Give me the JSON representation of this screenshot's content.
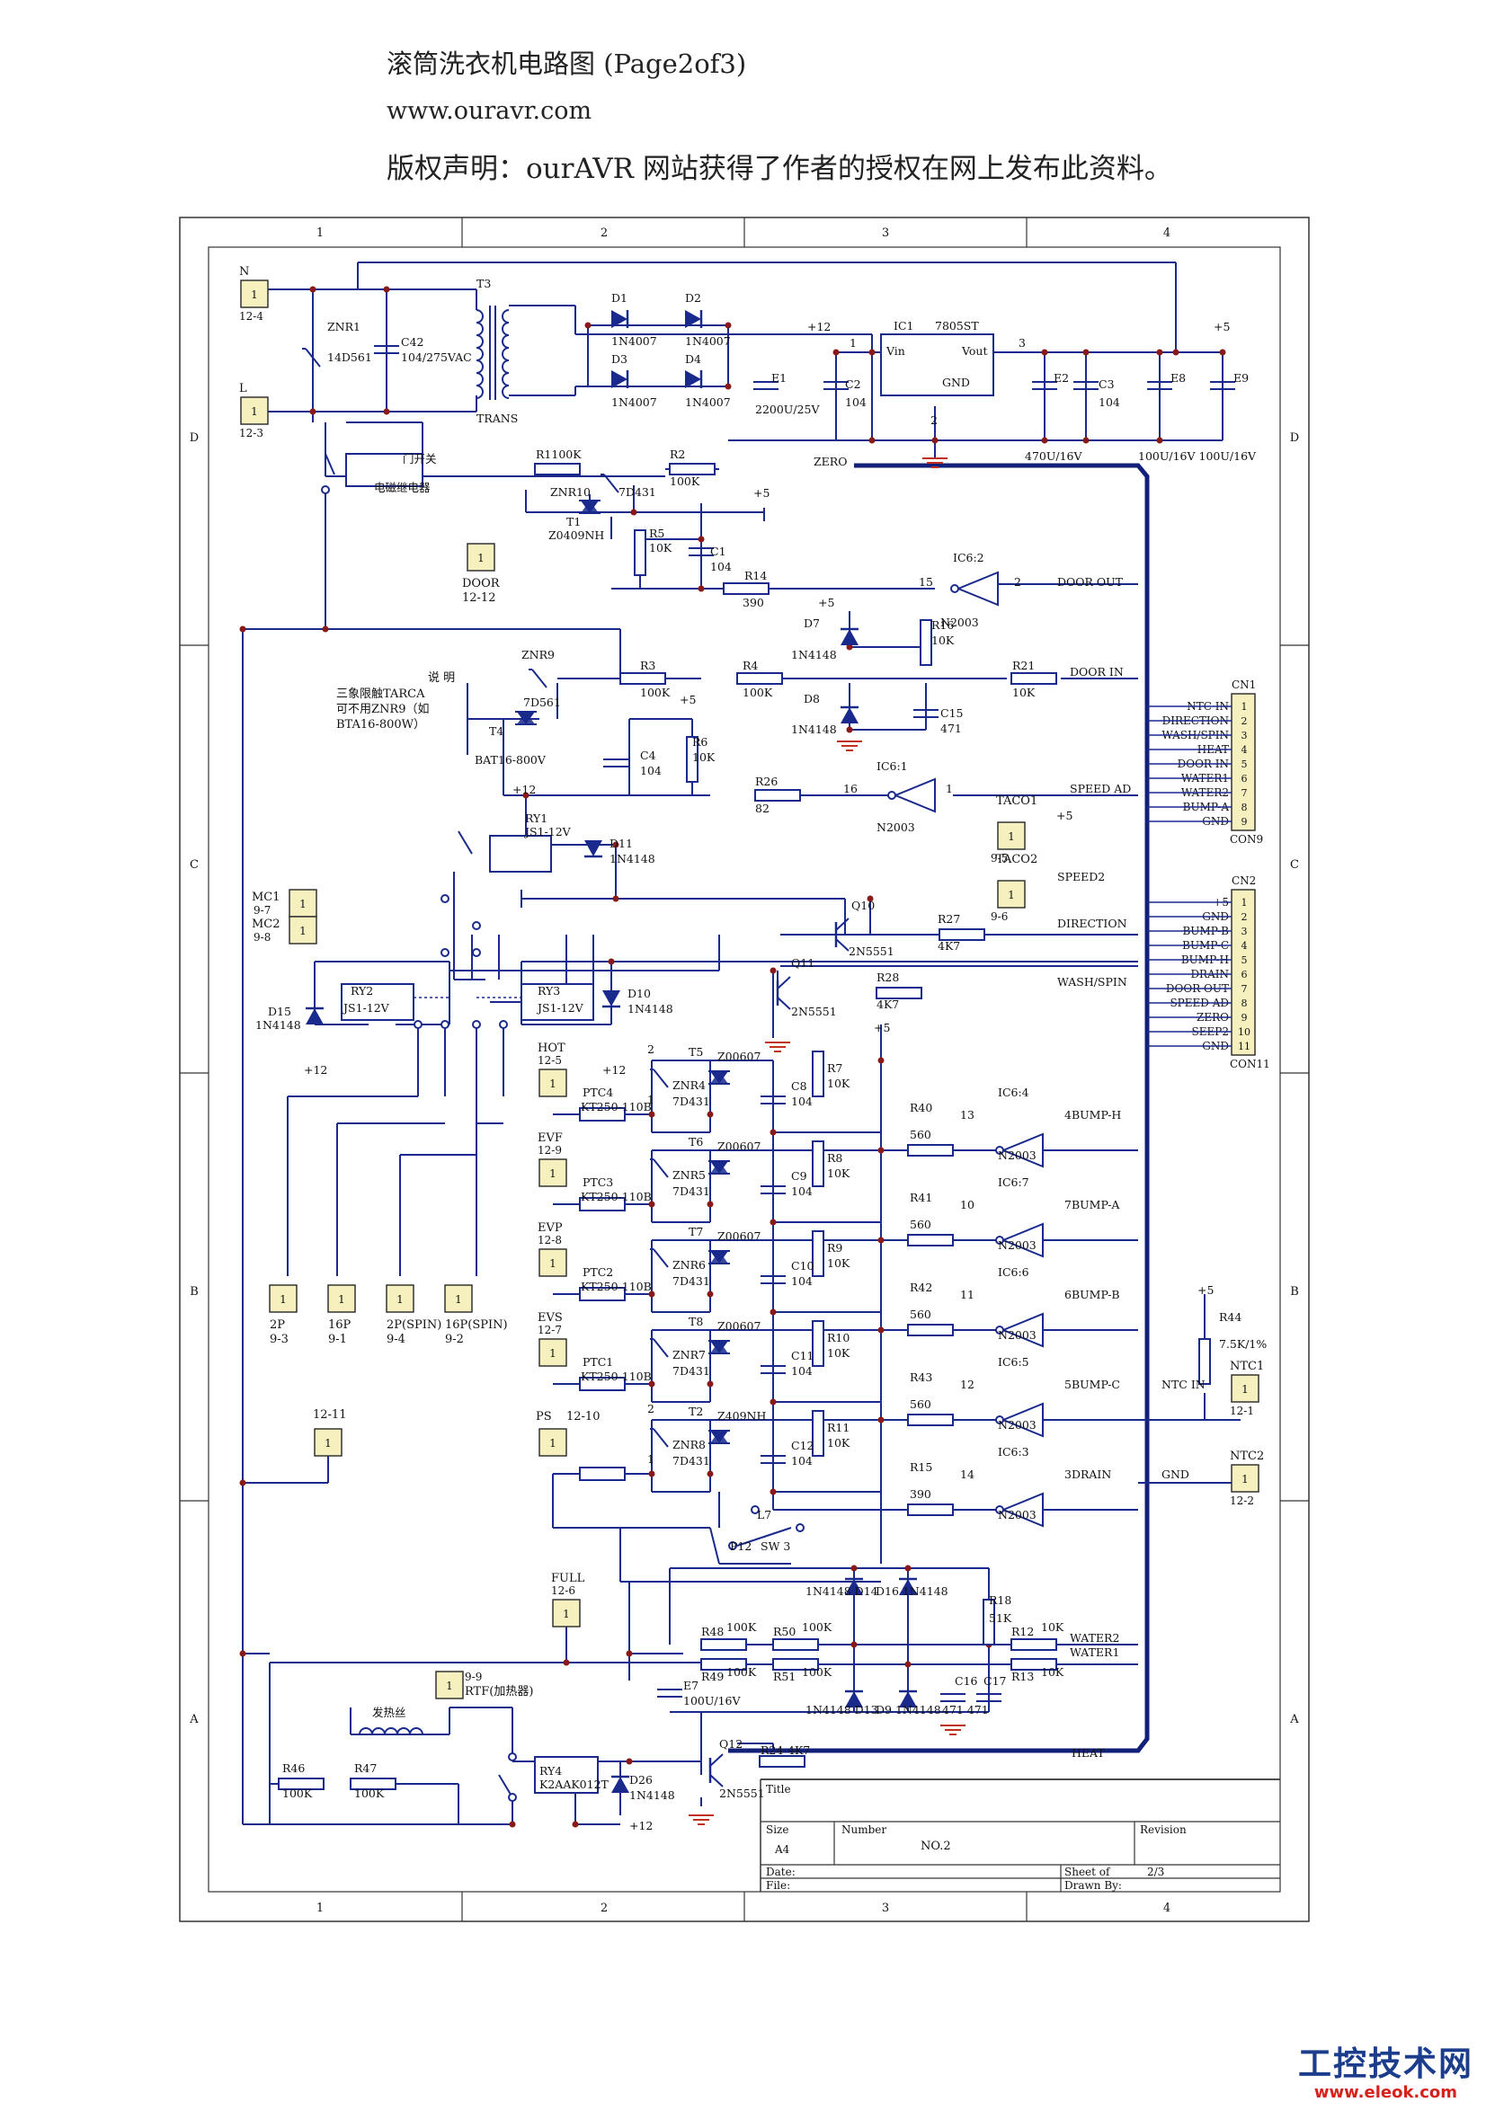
{
  "header": {
    "title": "滚筒洗衣机电路图 (Page2of3)",
    "url": "www.ouravr.com",
    "copyright": "版权声明：ourAVR 网站获得了作者的授权在网上发布此资料。"
  },
  "frame": {
    "col_labels": [
      "1",
      "2",
      "3",
      "4"
    ],
    "row_labels": [
      "D",
      "C",
      "B",
      "A"
    ]
  },
  "title_block": {
    "title_label": "Title",
    "size_label": "Size",
    "size_value": "A4",
    "number_label": "Number",
    "number_value": "NO.2",
    "revision_label": "Revision",
    "date_label": "Date:",
    "file_label": "File:",
    "sheet_label": "Sheet  of",
    "sheet_value": "2/3",
    "drawn_label": "Drawn By:"
  },
  "note": {
    "title": "说  明",
    "line1": "三象限触TARCA",
    "line2": "可不用ZNR9（如",
    "line3": "BTA16-800W）"
  },
  "connectors": [
    {
      "id": "N",
      "label": "N",
      "ref": "12-4",
      "num": "1"
    },
    {
      "id": "L",
      "label": "L",
      "ref": "12-3",
      "num": "1"
    },
    {
      "id": "DOOR",
      "label": "DOOR",
      "ref": "12-12",
      "num": "1"
    },
    {
      "id": "MC1",
      "label": "MC1",
      "ref": "9-7",
      "num": "1"
    },
    {
      "id": "MC2",
      "label": "MC2",
      "ref": "9-8",
      "num": "1"
    },
    {
      "id": "TACO1",
      "label": "TACO1",
      "ref": "9-5",
      "num": "1"
    },
    {
      "id": "TACO2",
      "label": "TACO2",
      "ref": "9-6",
      "num": "1"
    },
    {
      "id": "HOT",
      "label": "HOT",
      "ref": "12-5",
      "num": "1"
    },
    {
      "id": "EVF",
      "label": "EVF",
      "ref": "12-9",
      "num": "1"
    },
    {
      "id": "EVP",
      "label": "EVP",
      "ref": "12-8",
      "num": "1"
    },
    {
      "id": "EVS",
      "label": "EVS",
      "ref": "12-7",
      "num": "1"
    },
    {
      "id": "PS",
      "label": "PS",
      "ref": "12-10",
      "num": "1"
    },
    {
      "id": "J1211",
      "label": "12-11",
      "ref": "",
      "num": "1"
    },
    {
      "id": "FULL",
      "label": "FULL",
      "ref": "12-6",
      "num": "1"
    },
    {
      "id": "RTF",
      "label": "RTF(加热器)",
      "ref": "9-9",
      "num": "1"
    },
    {
      "id": "NTC1",
      "label": "NTC1",
      "ref": "12-1",
      "num": "1"
    },
    {
      "id": "NTC2",
      "label": "NTC2",
      "ref": "12-2",
      "num": "1"
    },
    {
      "id": "P2",
      "label": "2P",
      "ref": "9-3",
      "num": "1"
    },
    {
      "id": "P16",
      "label": "16P",
      "ref": "9-1",
      "num": "1"
    },
    {
      "id": "P2S",
      "label": "2P(SPIN)",
      "ref": "9-4",
      "num": "1"
    },
    {
      "id": "P16S",
      "label": "16P(SPIN)",
      "ref": "9-2",
      "num": "1"
    }
  ],
  "cn1": {
    "name": "CN1",
    "foot": "CON9",
    "pins": [
      "NTC IN",
      "DIRECTION",
      "WASH/SPIN",
      "HEAT",
      "DOOR IN",
      "WATER1",
      "WATER2",
      "BUMP-A",
      "GND"
    ]
  },
  "cn2": {
    "name": "CN2",
    "foot": "CON11",
    "pins": [
      "+5",
      "GND",
      "BUMP-B",
      "BUMP-C",
      "BUMP-H",
      "DRAIN",
      "DOOR OUT",
      "SPEED AD",
      "ZERO",
      "SEEP2",
      "GND"
    ]
  },
  "labels": [
    {
      "k": "ZNR1",
      "t": "ZNR1"
    },
    {
      "k": "ZNR1v",
      "t": "14D561"
    },
    {
      "k": "C42",
      "t": "C42"
    },
    {
      "k": "C42v",
      "t": "104/275VAC"
    },
    {
      "k": "T3",
      "t": "T3"
    },
    {
      "k": "TRANS",
      "t": "TRANS"
    },
    {
      "k": "D1",
      "t": "D1"
    },
    {
      "k": "D1v",
      "t": "1N4007"
    },
    {
      "k": "D2",
      "t": "D2"
    },
    {
      "k": "D2v",
      "t": "1N4007"
    },
    {
      "k": "D3",
      "t": "D3"
    },
    {
      "k": "D3v",
      "t": "1N4007"
    },
    {
      "k": "D4",
      "t": "D4"
    },
    {
      "k": "D4v",
      "t": "1N4007"
    },
    {
      "k": "E1",
      "t": "E1"
    },
    {
      "k": "E1v",
      "t": "2200U/25V"
    },
    {
      "k": "C2",
      "t": "C2"
    },
    {
      "k": "C2v",
      "t": "104"
    },
    {
      "k": "P12a",
      "t": "+12"
    },
    {
      "k": "IC1",
      "t": "IC1"
    },
    {
      "k": "7805",
      "t": "7805ST"
    },
    {
      "k": "Vin",
      "t": "Vin"
    },
    {
      "k": "Vout",
      "t": "Vout"
    },
    {
      "k": "GND1",
      "t": "GND"
    },
    {
      "k": "n1",
      "t": "1"
    },
    {
      "k": "n2",
      "t": "2"
    },
    {
      "k": "n3",
      "t": "3"
    },
    {
      "k": "E2",
      "t": "E2"
    },
    {
      "k": "C3",
      "t": "C3"
    },
    {
      "k": "C3v",
      "t": "104"
    },
    {
      "k": "E2v",
      "t": "470U/16V"
    },
    {
      "k": "E8",
      "t": "E8"
    },
    {
      "k": "E9",
      "t": "E9"
    },
    {
      "k": "E8v",
      "t": "100U/16V 100U/16V"
    },
    {
      "k": "P5a",
      "t": "+5"
    },
    {
      "k": "door_sw",
      "t": "门开关"
    },
    {
      "k": "relay",
      "t": "电磁继电器"
    },
    {
      "k": "R1",
      "t": "R1100K"
    },
    {
      "k": "R2",
      "t": "R2"
    },
    {
      "k": "R2v",
      "t": "100K"
    },
    {
      "k": "ZERO",
      "t": "ZERO"
    },
    {
      "k": "ZNR10",
      "t": "ZNR10"
    },
    {
      "k": "ZNR10v",
      "t": "7D431"
    },
    {
      "k": "T1",
      "t": "T1"
    },
    {
      "k": "T1v",
      "t": "Z0409NH"
    },
    {
      "k": "R5",
      "t": "R5"
    },
    {
      "k": "R5v",
      "t": "10K"
    },
    {
      "k": "C1",
      "t": "C1"
    },
    {
      "k": "C1v",
      "t": "104"
    },
    {
      "k": "P5b",
      "t": "+5"
    },
    {
      "k": "R14",
      "t": "R14"
    },
    {
      "k": "R14v",
      "t": "390"
    },
    {
      "k": "IC62",
      "t": "IC6:2"
    },
    {
      "k": "n15",
      "t": "15"
    },
    {
      "k": "n2b",
      "t": "2"
    },
    {
      "k": "DOOROUT",
      "t": "DOOR OUT"
    },
    {
      "k": "N2003a",
      "t": "N2003"
    },
    {
      "k": "D7",
      "t": "D7"
    },
    {
      "k": "D7v",
      "t": "1N4148"
    },
    {
      "k": "R16",
      "t": "R16"
    },
    {
      "k": "R16v",
      "t": "10K"
    },
    {
      "k": "P5c",
      "t": "+5"
    },
    {
      "k": "R3",
      "t": "R3"
    },
    {
      "k": "R3v",
      "t": "100K"
    },
    {
      "k": "R4",
      "t": "R4"
    },
    {
      "k": "R4v",
      "t": "100K"
    },
    {
      "k": "R21",
      "t": "R21"
    },
    {
      "k": "R21v",
      "t": "10K"
    },
    {
      "k": "DOORIN",
      "t": "DOOR IN"
    },
    {
      "k": "D8",
      "t": "D8"
    },
    {
      "k": "D8v",
      "t": "1N4148"
    },
    {
      "k": "C15",
      "t": "C15"
    },
    {
      "k": "C15v",
      "t": "471"
    },
    {
      "k": "ZNR9",
      "t": "ZNR9"
    },
    {
      "k": "ZNR9v",
      "t": "7D561"
    },
    {
      "k": "T4",
      "t": "T4"
    },
    {
      "k": "T4v",
      "t": "BAT16-800V"
    },
    {
      "k": "C4",
      "t": "C4"
    },
    {
      "k": "C4v",
      "t": "104"
    },
    {
      "k": "R6",
      "t": "R6"
    },
    {
      "k": "R6v",
      "t": "10K"
    },
    {
      "k": "P5d",
      "t": "+5"
    },
    {
      "k": "R26",
      "t": "R26"
    },
    {
      "k": "R26v",
      "t": "82"
    },
    {
      "k": "IC61",
      "t": "IC6:1"
    },
    {
      "k": "n16",
      "t": "16"
    },
    {
      "k": "n1b",
      "t": "1"
    },
    {
      "k": "SPEEDAD",
      "t": "SPEED AD"
    },
    {
      "k": "N2003b",
      "t": "N2003"
    },
    {
      "k": "P5e",
      "t": "+5"
    },
    {
      "k": "P12b",
      "t": "+12"
    },
    {
      "k": "RY1",
      "t": "RY1"
    },
    {
      "k": "RY1v",
      "t": "JS1-12V"
    },
    {
      "k": "D11",
      "t": "D11"
    },
    {
      "k": "D11v",
      "t": "1N4148"
    },
    {
      "k": "SPEED2",
      "t": "SPEED2"
    },
    {
      "k": "Q10",
      "t": "Q10"
    },
    {
      "k": "Q10v",
      "t": "2N5551"
    },
    {
      "k": "R27",
      "t": "R27"
    },
    {
      "k": "R27v",
      "t": "4K7"
    },
    {
      "k": "DIRECTION",
      "t": "DIRECTION"
    },
    {
      "k": "Q11",
      "t": "Q11"
    },
    {
      "k": "Q11v",
      "t": "2N5551"
    },
    {
      "k": "R28",
      "t": "R28"
    },
    {
      "k": "R28v",
      "t": "4K7"
    },
    {
      "k": "WASHSPIN",
      "t": "WASH/SPIN"
    },
    {
      "k": "RY2",
      "t": "RY2"
    },
    {
      "k": "RY2v",
      "t": "JS1-12V"
    },
    {
      "k": "RY3",
      "t": "RY3"
    },
    {
      "k": "RY3v",
      "t": "JS1-12V"
    },
    {
      "k": "D15",
      "t": "D15"
    },
    {
      "k": "D15v",
      "t": "1N4148"
    },
    {
      "k": "P12c",
      "t": "+12"
    },
    {
      "k": "D10",
      "t": "D10"
    },
    {
      "k": "D10v",
      "t": "1N4148"
    },
    {
      "k": "P12d",
      "t": "+12"
    },
    {
      "k": "T5",
      "t": "T5"
    },
    {
      "k": "T5v",
      "t": "Z00607"
    },
    {
      "k": "ZNR4",
      "t": "ZNR4"
    },
    {
      "k": "ZNR4v",
      "t": "7D431"
    },
    {
      "k": "PTC4",
      "t": "PTC4"
    },
    {
      "k": "PTC4v",
      "t": "KT250-110B"
    },
    {
      "k": "C8",
      "t": "C8"
    },
    {
      "k": "C8v",
      "t": "104"
    },
    {
      "k": "R7",
      "t": "R7"
    },
    {
      "k": "R7v",
      "t": "10K"
    },
    {
      "k": "R40",
      "t": "R40"
    },
    {
      "k": "R40v",
      "t": "560"
    },
    {
      "k": "IC64",
      "t": "IC6:4"
    },
    {
      "k": "n13",
      "t": "13"
    },
    {
      "k": "BUMPH",
      "t": "4BUMP-H"
    },
    {
      "k": "N2003c",
      "t": "N2003"
    },
    {
      "k": "T6",
      "t": "T6"
    },
    {
      "k": "T6v",
      "t": "Z00607"
    },
    {
      "k": "ZNR5",
      "t": "ZNR5"
    },
    {
      "k": "ZNR5v",
      "t": "7D431"
    },
    {
      "k": "PTC3",
      "t": "PTC3"
    },
    {
      "k": "PTC3v",
      "t": "KT250-110B"
    },
    {
      "k": "C9",
      "t": "C9"
    },
    {
      "k": "C9v",
      "t": "104"
    },
    {
      "k": "R8",
      "t": "R8"
    },
    {
      "k": "R8v",
      "t": "10K"
    },
    {
      "k": "R41",
      "t": "R41"
    },
    {
      "k": "R41v",
      "t": "560"
    },
    {
      "k": "IC67",
      "t": "IC6:7"
    },
    {
      "k": "n10",
      "t": "10"
    },
    {
      "k": "BUMPA",
      "t": "7BUMP-A"
    },
    {
      "k": "N2003d",
      "t": "N2003"
    },
    {
      "k": "T7",
      "t": "T7"
    },
    {
      "k": "T7v",
      "t": "Z00607"
    },
    {
      "k": "ZNR6",
      "t": "ZNR6"
    },
    {
      "k": "ZNR6v",
      "t": "7D431"
    },
    {
      "k": "PTC2",
      "t": "PTC2"
    },
    {
      "k": "PTC2v",
      "t": "KT250-110B"
    },
    {
      "k": "C10",
      "t": "C10"
    },
    {
      "k": "C10v",
      "t": "104"
    },
    {
      "k": "R9",
      "t": "R9"
    },
    {
      "k": "R9v",
      "t": "10K"
    },
    {
      "k": "R42",
      "t": "R42"
    },
    {
      "k": "R42v",
      "t": "560"
    },
    {
      "k": "IC66",
      "t": "IC6:6"
    },
    {
      "k": "n11",
      "t": "11"
    },
    {
      "k": "BUMPB",
      "t": "6BUMP-B"
    },
    {
      "k": "N2003e",
      "t": "N2003"
    },
    {
      "k": "T8",
      "t": "T8"
    },
    {
      "k": "T8v",
      "t": "Z00607"
    },
    {
      "k": "ZNR7",
      "t": "ZNR7"
    },
    {
      "k": "ZNR7v",
      "t": "7D431"
    },
    {
      "k": "PTC1",
      "t": "PTC1"
    },
    {
      "k": "PTC1v",
      "t": "KT250-110B"
    },
    {
      "k": "C11",
      "t": "C11"
    },
    {
      "k": "C11v",
      "t": "104"
    },
    {
      "k": "R10",
      "t": "R10"
    },
    {
      "k": "R10v",
      "t": "10K"
    },
    {
      "k": "R43",
      "t": "R43"
    },
    {
      "k": "R43v",
      "t": "560"
    },
    {
      "k": "IC65",
      "t": "IC6:5"
    },
    {
      "k": "n12",
      "t": "12"
    },
    {
      "k": "BUMPC",
      "t": "5BUMP-C"
    },
    {
      "k": "N2003f",
      "t": "N2003"
    },
    {
      "k": "T2",
      "t": "T2"
    },
    {
      "k": "T2v",
      "t": "Z409NH"
    },
    {
      "k": "ZNR8",
      "t": "ZNR8"
    },
    {
      "k": "ZNR8v",
      "t": "7D431"
    },
    {
      "k": "C12",
      "t": "C12"
    },
    {
      "k": "C12v",
      "t": "104"
    },
    {
      "k": "R11",
      "t": "R11"
    },
    {
      "k": "R11v",
      "t": "10K"
    },
    {
      "k": "R15",
      "t": "R15"
    },
    {
      "k": "R15v",
      "t": "390"
    },
    {
      "k": "IC63",
      "t": "IC6:3"
    },
    {
      "k": "n14",
      "t": "14"
    },
    {
      "k": "DRAIN",
      "t": "3DRAIN"
    },
    {
      "k": "N2003g",
      "t": "N2003"
    },
    {
      "k": "P5f",
      "t": "+5"
    },
    {
      "k": "NTCIN",
      "t": "NTC IN"
    },
    {
      "k": "GNDc",
      "t": "GND"
    },
    {
      "k": "P5g",
      "t": "+5"
    },
    {
      "k": "R44",
      "t": "R44"
    },
    {
      "k": "R44v",
      "t": "7.5K/1%"
    },
    {
      "k": "L7",
      "t": "L7"
    },
    {
      "k": "P12e",
      "t": "P12"
    },
    {
      "k": "SW3",
      "t": "SW 3"
    },
    {
      "k": "D14",
      "t": "1N4148 D14"
    },
    {
      "k": "D16",
      "t": "D16 1N4148"
    },
    {
      "k": "R18",
      "t": "R18"
    },
    {
      "k": "R18v",
      "t": "51K"
    },
    {
      "k": "R48",
      "t": "R48"
    },
    {
      "k": "R48v",
      "t": "100K"
    },
    {
      "k": "R50",
      "t": "R50"
    },
    {
      "k": "R50v",
      "t": "100K"
    },
    {
      "k": "R12",
      "t": "R12"
    },
    {
      "k": "R12v",
      "t": "10K"
    },
    {
      "k": "R13",
      "t": "R13"
    },
    {
      "k": "R13v",
      "t": "10K"
    },
    {
      "k": "R49",
      "t": "R49"
    },
    {
      "k": "R49v",
      "t": "100K"
    },
    {
      "k": "R51",
      "t": "R51"
    },
    {
      "k": "R51v",
      "t": "100K"
    },
    {
      "k": "WATER2",
      "t": "WATER2"
    },
    {
      "k": "WATER1",
      "t": "WATER1"
    },
    {
      "k": "E7",
      "t": "E7"
    },
    {
      "k": "E7v",
      "t": "100U/16V"
    },
    {
      "k": "D13",
      "t": "1N4148 D13"
    },
    {
      "k": "D9",
      "t": "D9 1N4148"
    },
    {
      "k": "C16",
      "t": "C16"
    },
    {
      "k": "C17",
      "t": "C17"
    },
    {
      "k": "C16v",
      "t": "471 471"
    },
    {
      "k": "heater",
      "t": "发热丝"
    },
    {
      "k": "R46",
      "t": "R46"
    },
    {
      "k": "R46v",
      "t": "100K"
    },
    {
      "k": "R47",
      "t": "R47"
    },
    {
      "k": "R47v",
      "t": "100K"
    },
    {
      "k": "RY4",
      "t": "RY4"
    },
    {
      "k": "RY4v",
      "t": "K2AAK012T"
    },
    {
      "k": "D26",
      "t": "D26"
    },
    {
      "k": "D26v",
      "t": "1N4148"
    },
    {
      "k": "P12f",
      "t": "+12"
    },
    {
      "k": "Q12",
      "t": "Q12"
    },
    {
      "k": "Q12v",
      "t": "2N5551"
    },
    {
      "k": "R24",
      "t": "R24"
    },
    {
      "k": "R24v",
      "t": "4K7"
    },
    {
      "k": "HEAT",
      "t": "HEAT"
    },
    {
      "k": "pin2a",
      "t": "2"
    },
    {
      "k": "pin1a",
      "t": "1"
    },
    {
      "k": "pin2b",
      "t": "2"
    },
    {
      "k": "pin1b",
      "t": "1"
    }
  ],
  "watermark": {
    "title": "工控技术网",
    "url": "www.eleok.com"
  },
  "colors": {
    "wire": "#1a2a8c",
    "bus": "#13207a",
    "component": "#1a2a8c",
    "connector_fill": "#f6f0bf",
    "connector_stroke": "#333333",
    "junction": "#8a1a1a",
    "ground": "#c0301c",
    "frame": "#333333",
    "watermark_title": "#1c3d8c",
    "watermark_url": "#d8201a"
  }
}
